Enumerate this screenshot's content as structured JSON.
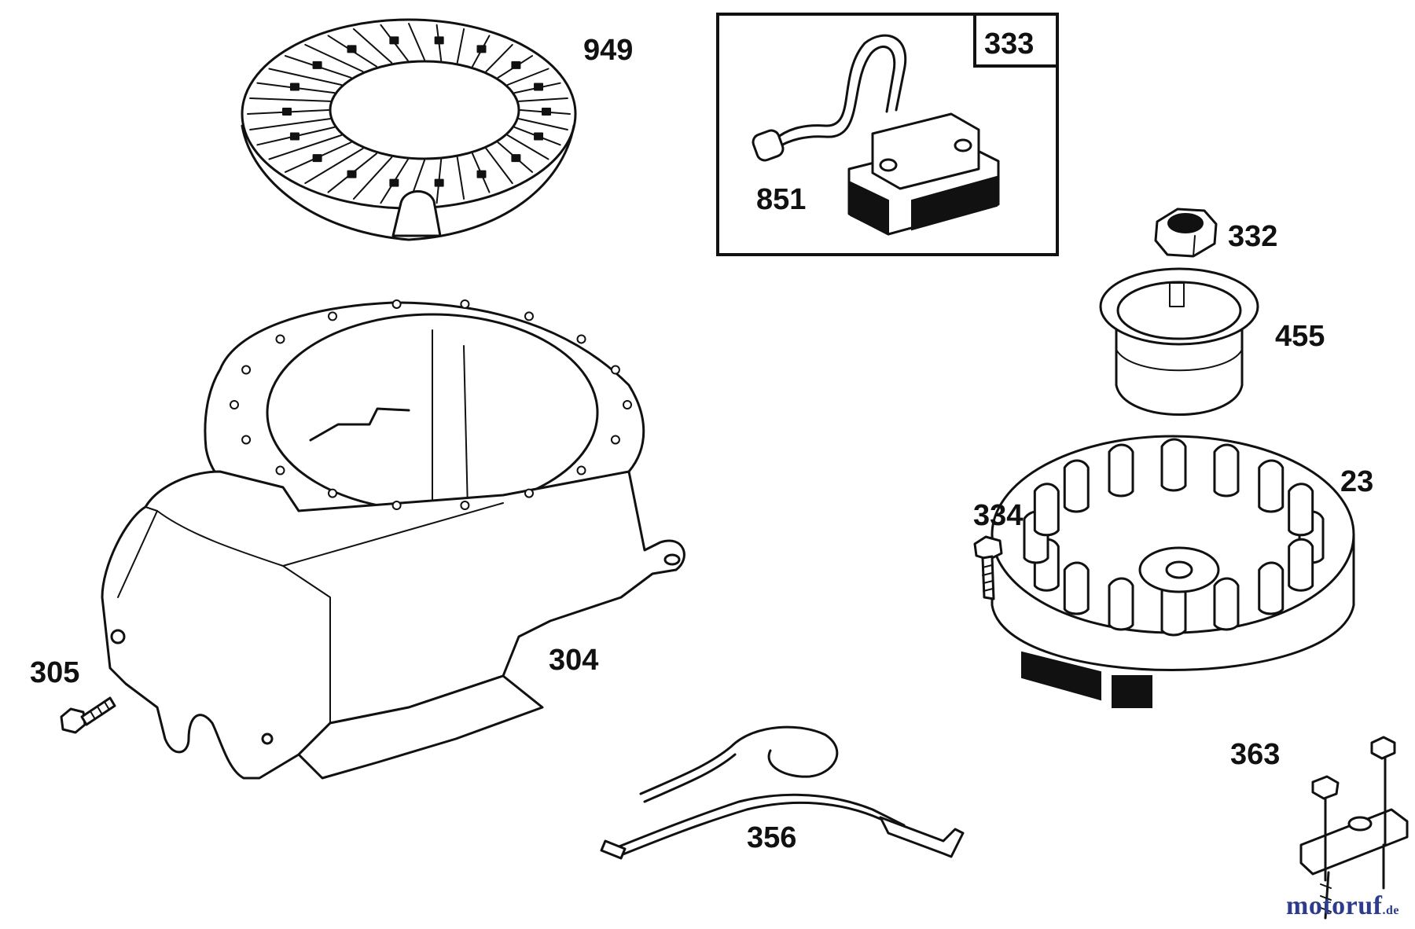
{
  "diagram": {
    "inset_box_label": "333",
    "parts": [
      {
        "number": "949",
        "part": "blower-housing-screen"
      },
      {
        "number": "851",
        "part": "ignition-armature"
      },
      {
        "number": "332",
        "part": "flywheel-nut"
      },
      {
        "number": "455",
        "part": "starter-cup"
      },
      {
        "number": "23",
        "part": "flywheel"
      },
      {
        "number": "334",
        "part": "screw"
      },
      {
        "number": "305",
        "part": "screw"
      },
      {
        "number": "304",
        "part": "blower-housing"
      },
      {
        "number": "363",
        "part": "stop-switch"
      },
      {
        "number": "356",
        "part": "ground-wire"
      }
    ]
  },
  "watermark": {
    "brand": "motoruf",
    "tld": ".de",
    "color": "#2d3c8c"
  }
}
